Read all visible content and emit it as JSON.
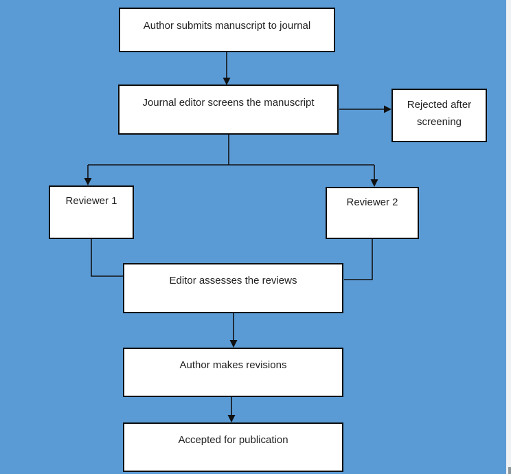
{
  "colors": {
    "background": "#5b9bd5",
    "node_fill": "#ffffff",
    "node_border": "#0d0d0d",
    "connector": "#111111",
    "text": "#1f1f1f",
    "scrollbar_track": "#eff1f2",
    "scrollbar_thumb": "#8b959a"
  },
  "flowchart": {
    "nodes": {
      "submit": {
        "label": "Author submits manuscript to journal"
      },
      "screen": {
        "label": "Journal editor screens the manuscript"
      },
      "rejected": {
        "label": "Rejected after screening"
      },
      "reviewer1": {
        "label": "Reviewer 1"
      },
      "reviewer2": {
        "label": "Reviewer 2"
      },
      "assess": {
        "label": "Editor assesses the reviews"
      },
      "revisions": {
        "label": "Author makes revisions"
      },
      "accepted": {
        "label": "Accepted for publication"
      }
    },
    "edges": [
      {
        "from": "submit",
        "to": "screen",
        "arrow": true
      },
      {
        "from": "screen",
        "to": "rejected",
        "arrow": true
      },
      {
        "from": "screen",
        "to": "reviewer1",
        "arrow": true
      },
      {
        "from": "screen",
        "to": "reviewer2",
        "arrow": true
      },
      {
        "from": "reviewer1",
        "to": "assess",
        "arrow": false
      },
      {
        "from": "reviewer2",
        "to": "assess",
        "arrow": false
      },
      {
        "from": "assess",
        "to": "revisions",
        "arrow": true
      },
      {
        "from": "revisions",
        "to": "accepted",
        "arrow": true
      }
    ]
  }
}
